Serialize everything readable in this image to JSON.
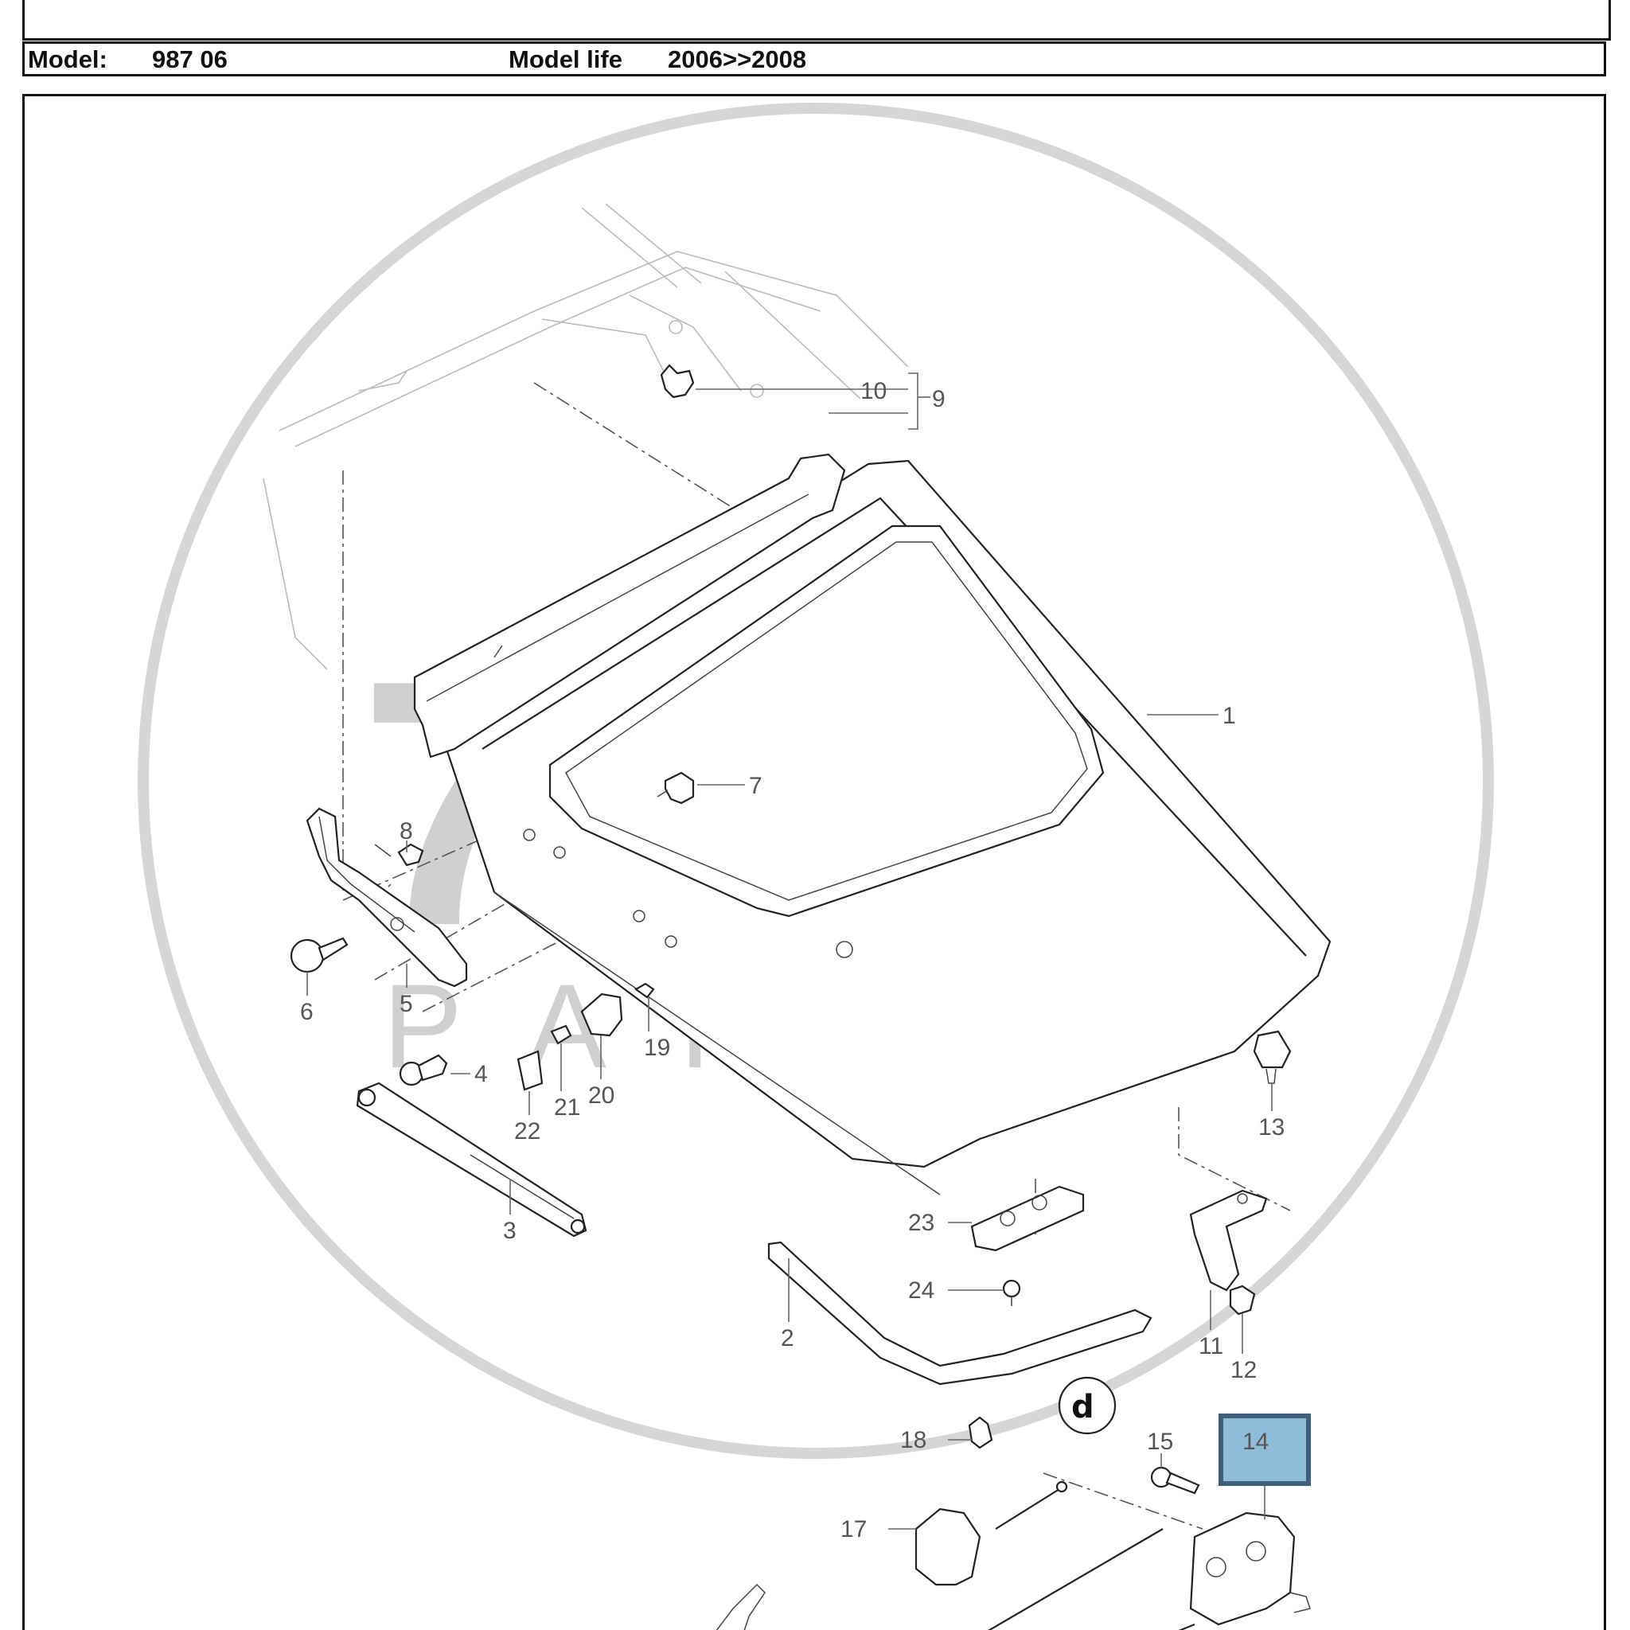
{
  "header": {
    "model_label": "Model:",
    "model_value": "987 06",
    "model_life_label": "Model life",
    "model_life_value": "2006>>2008"
  },
  "watermark": {
    "logo_text": "7to9",
    "sub_text": "PARTS",
    "color": "#d6d6d6"
  },
  "highlight": {
    "part_number": "14",
    "fill_color": "#8fbcd9",
    "border_color": "#3f5f7a"
  },
  "callouts": {
    "c1": "1",
    "c2": "2",
    "c3": "3",
    "c4": "4",
    "c5": "5",
    "c6": "6",
    "c7": "7",
    "c8": "8",
    "c9": "9",
    "c10": "10",
    "c11": "11",
    "c12": "12",
    "c13": "13",
    "c15": "15",
    "c17": "17",
    "c18": "18",
    "c19": "19",
    "c20": "20",
    "c21": "21",
    "c22": "22",
    "c23": "23",
    "c24": "24"
  }
}
